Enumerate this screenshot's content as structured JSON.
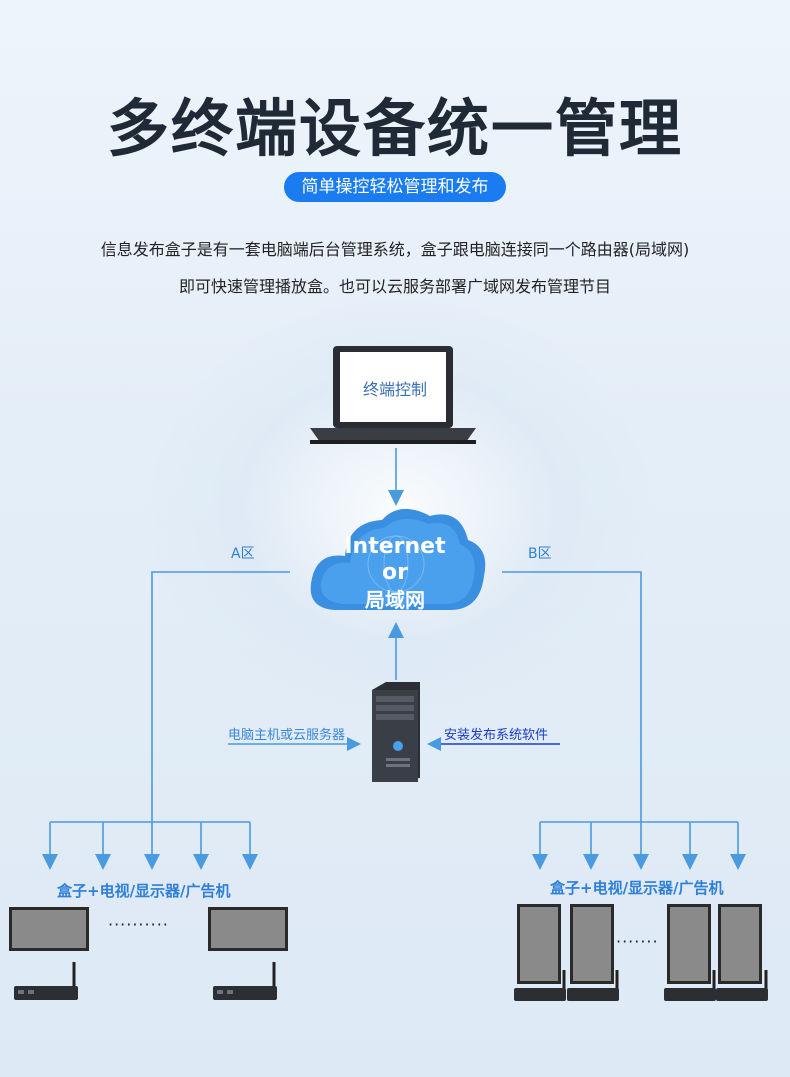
{
  "title": "多终端设备统一管理",
  "subtitle_pill": "简单操控轻松管理和发布",
  "description": {
    "line1": "信息发布盒子是有一套电脑端后台管理系统，盒子跟电脑连接同一个路由器(局域网)",
    "line2": "即可快速管理播放盒。也可以云服务部署广域网发布管理节目"
  },
  "diagram": {
    "laptop_screen_text": "终端控制",
    "cloud_text": [
      "Internet",
      "or",
      "局域网"
    ],
    "zone_a": "A区",
    "zone_b": "B区",
    "server_label_left": "电脑主机或云服务器",
    "server_label_right": "安装发布系统软件",
    "group_a_label": "盒子+电视/显示器/广告机",
    "group_b_label": "盒子+电视/显示器/广告机",
    "ellipsis_a": "··········",
    "ellipsis_b": "·······"
  },
  "colors": {
    "accent": "#1a7cf0",
    "line": "#4a9ae0",
    "cloud": "#3b8fe0"
  }
}
